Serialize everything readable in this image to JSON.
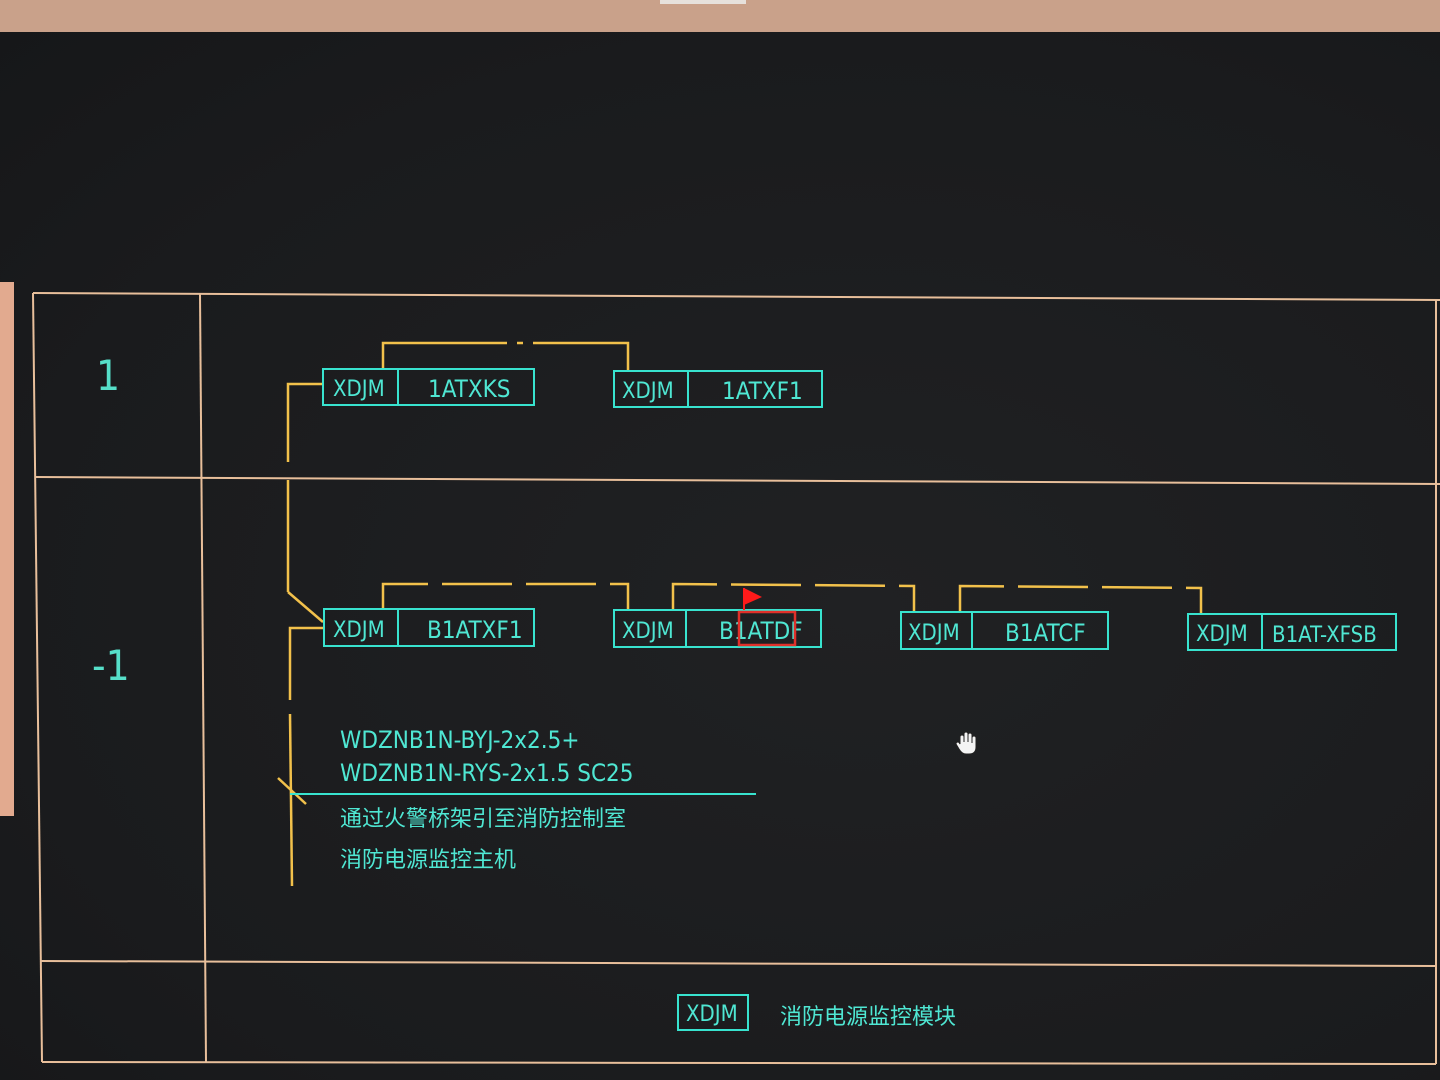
{
  "colors": {
    "screen_bg": "#1c1d1f",
    "border_line": "#e8bf9b",
    "wire": "#f2c14b",
    "module": "#38e3cf",
    "label": "#4fe7d3",
    "row_label": "#56dfc9",
    "selection": "#e0302a",
    "grip_flag": "#ff1a1a"
  },
  "rows": [
    {
      "label": "1"
    },
    {
      "label": "-1"
    }
  ],
  "modules": [
    {
      "tag": "XDJM",
      "name": "1ATXKS"
    },
    {
      "tag": "XDJM",
      "name": "1ATXF1"
    },
    {
      "tag": "XDJM",
      "name": "B1ATXF1"
    },
    {
      "tag": "XDJM",
      "name": "B1ATDF"
    },
    {
      "tag": "XDJM",
      "name": "B1ATCF"
    },
    {
      "tag": "XDJM",
      "name": "B1AT-XFSB"
    }
  ],
  "annotation": {
    "cable_line1": "WDZNB1N-BYJ-2x2.5+",
    "cable_line2": "WDZNB1N-RYS-2x1.5  SC25",
    "route_line1": "通过火警桥架引至消防控制室",
    "route_line2": "消防电源监控主机"
  },
  "legend": {
    "tag": "XDJM",
    "description": "消防电源监控模块"
  },
  "cursor_icon": "pan-hand-icon"
}
